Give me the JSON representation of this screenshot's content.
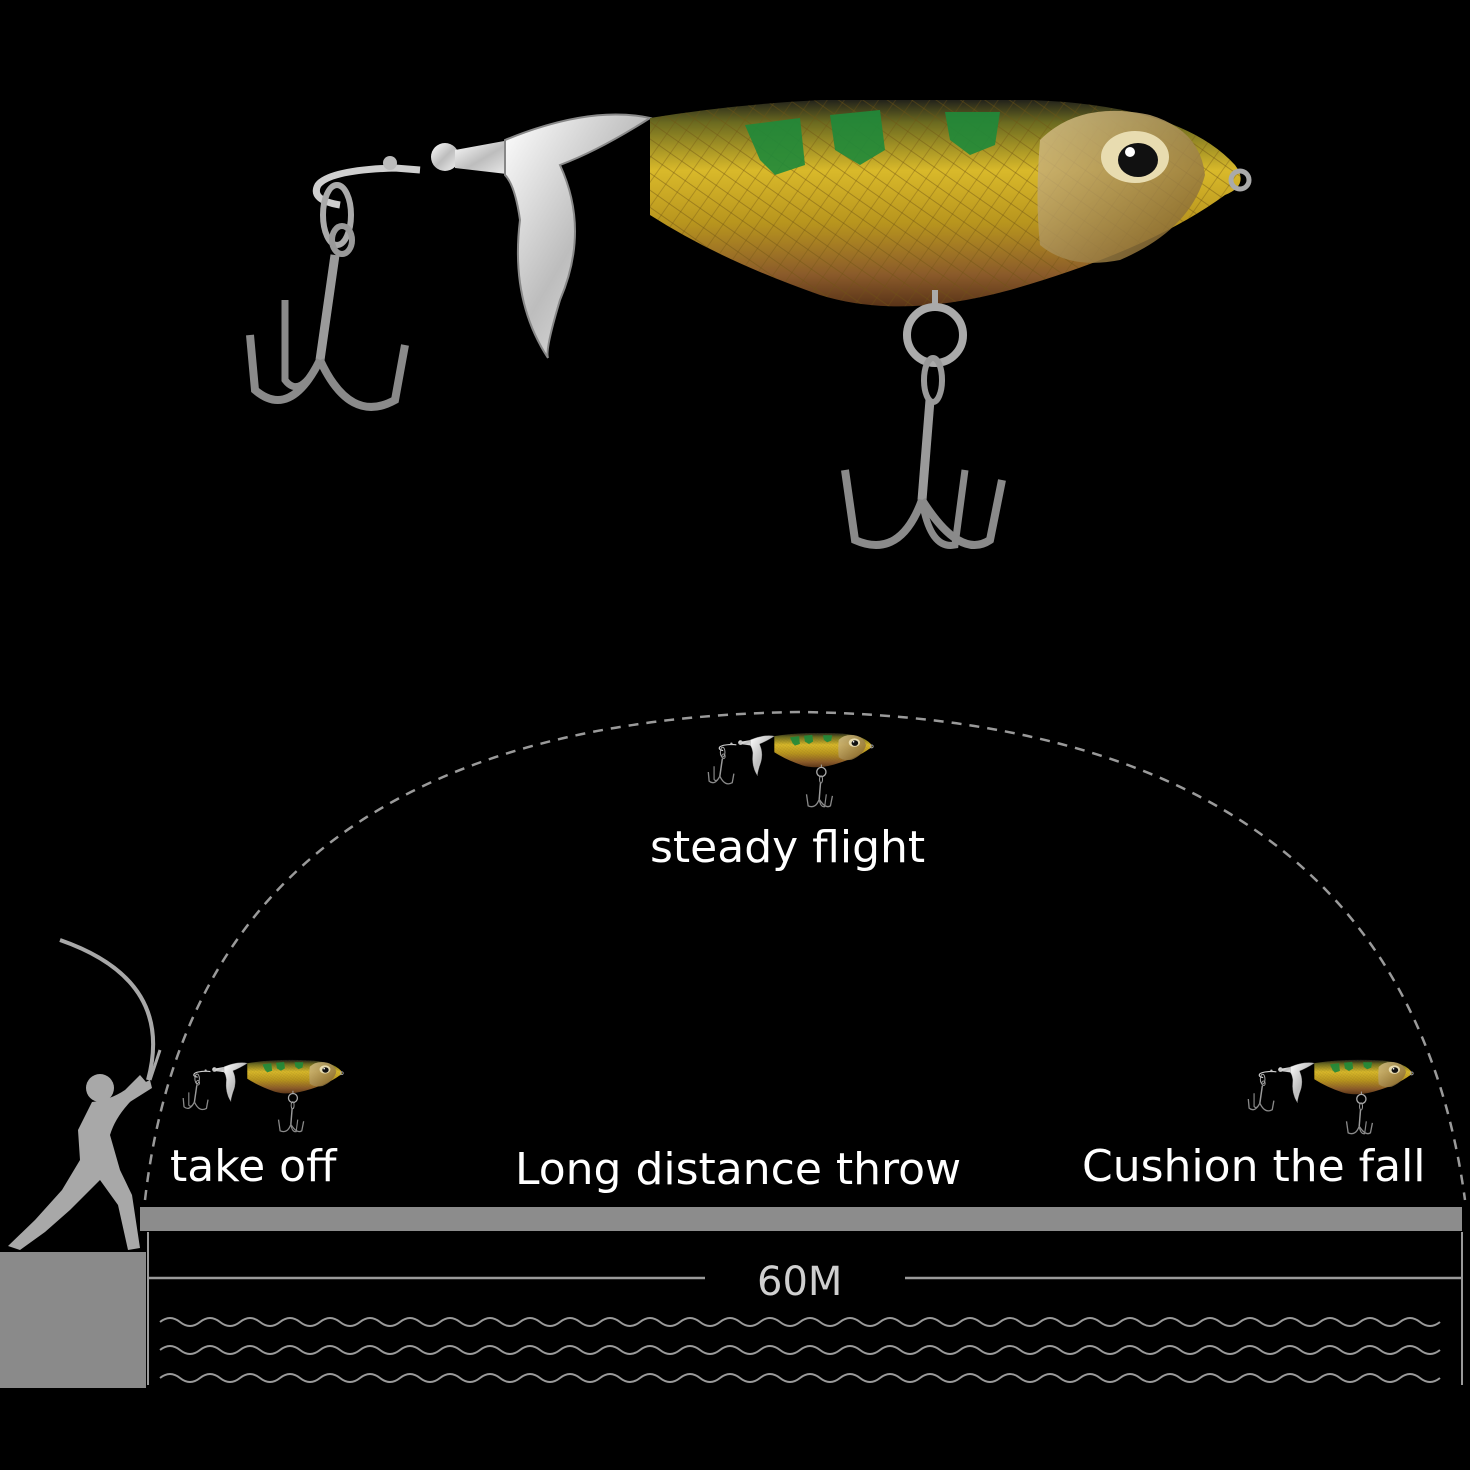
{
  "labels": {
    "steady_flight": "steady flight",
    "take_off": "take off",
    "long_distance": "Long distance throw",
    "cushion": "Cushion the fall",
    "distance": "60M"
  },
  "colors": {
    "background": "#000000",
    "body_gold": "#c9a820",
    "body_green": "#1f8a3a",
    "belly_bronze": "#8a5a2a",
    "blade_silver": "#e8e8e8",
    "ground_gray": "#8c8c8c",
    "text": "#ffffff"
  },
  "icons": {
    "lure": "fishing-lure-icon",
    "angler": "angler-silhouette-icon",
    "waves": "water-waves-icon"
  }
}
